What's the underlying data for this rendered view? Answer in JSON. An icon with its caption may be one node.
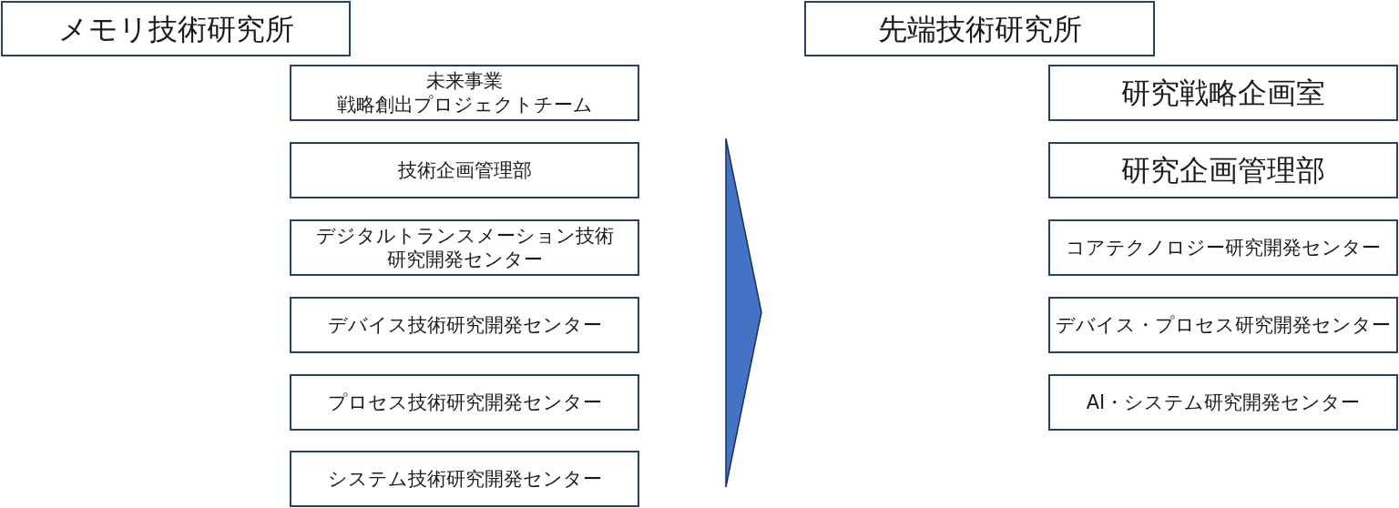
{
  "diagram": {
    "nodes": [
      {
        "text": [
          "メモリ技術研究所"
        ]
      },
      {
        "text": [
          "未来事業戦略創出プロジェクトチーム"
        ]
      },
      {
        "text": [
          "技術企画管理部"
        ]
      },
      {
        "text": [
          "デジタルトランスメーション技術研究開発センター"
        ]
      },
      {
        "text": [
          "デバイス技術研究開発センター"
        ]
      },
      {
        "text": [
          "プロセス技術研究開発センター"
        ]
      },
      {
        "text": [
          "システム技術研究開発センター"
        ]
      },
      {
        "text": [],
        "shape": "triangle"
      },
      {
        "text": [
          "先端技術研究所"
        ]
      },
      {
        "text": [
          "研究戦略企画室"
        ]
      },
      {
        "text": [
          "研究企画管理部"
        ]
      },
      {
        "text": [
          "コアテクノロジー研究開発センター"
        ]
      },
      {
        "text": [
          "デバイス・プロセス研究開発センター"
        ]
      },
      {
        "text": [
          "AI・システム研究開発センター"
        ]
      }
    ]
  }
}
